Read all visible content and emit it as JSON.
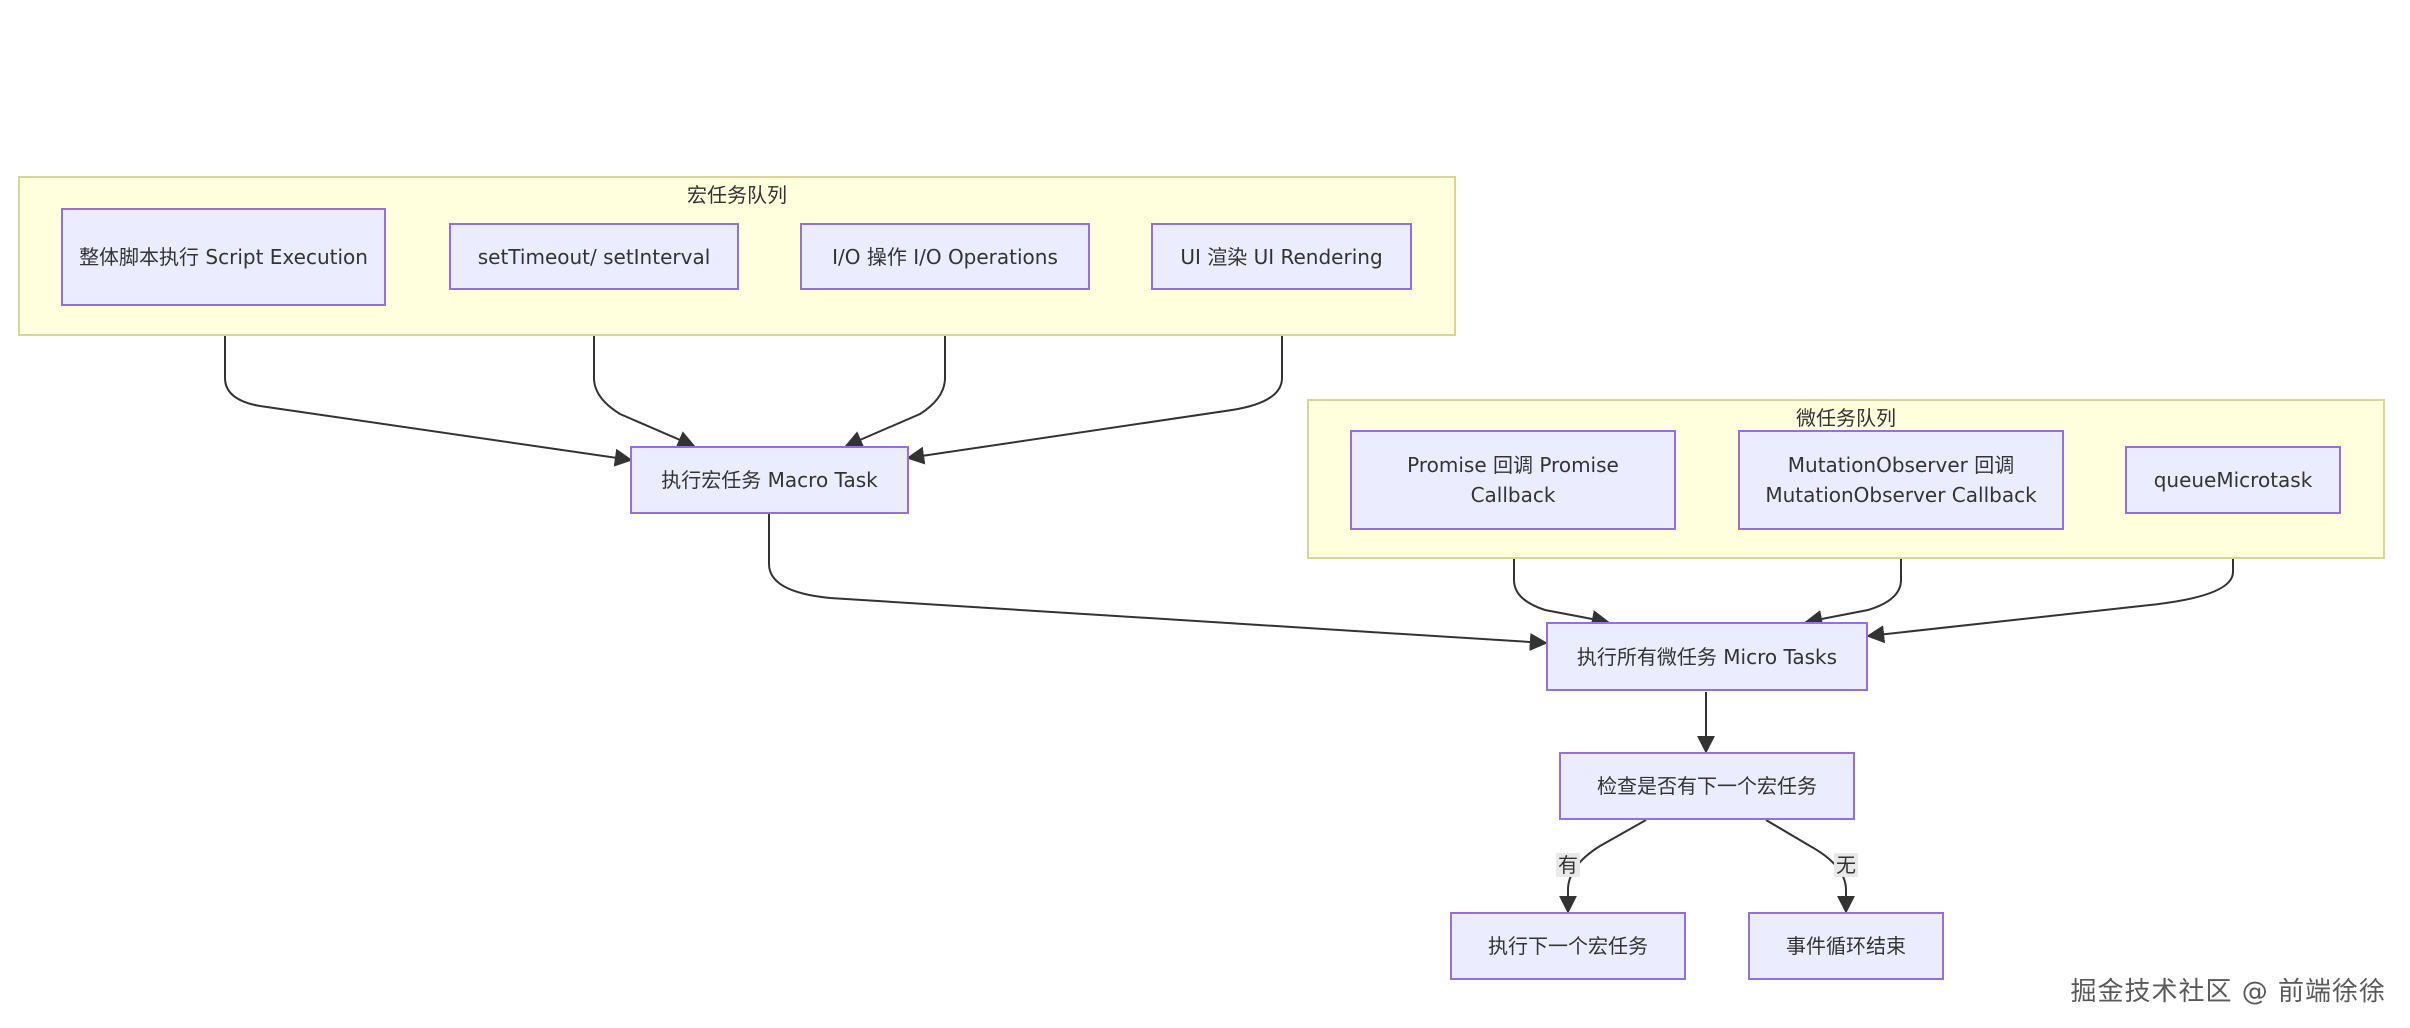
{
  "clusters": {
    "macro": "宏任务队列",
    "micro": "微任务队列"
  },
  "nodes": {
    "script": "整体脚本执行 Script Execution",
    "timers": "setTimeout/ setInterval",
    "io": "I/O 操作 I/O Operations",
    "ui": "UI 渲染 UI Rendering",
    "macro_exec": "执行宏任务 Macro Task",
    "promise": "Promise 回调 Promise Callback",
    "mutation": "MutationObserver 回调 MutationObserver Callback",
    "queue_micro": "queueMicrotask",
    "micro_exec": "执行所有微任务 Micro Tasks",
    "check": "检查是否有下一个宏任务",
    "next_macro": "执行下一个宏任务",
    "loop_end": "事件循环结束"
  },
  "edge_labels": {
    "yes": "有",
    "no": "无"
  },
  "colors": {
    "node_fill": "#ececff",
    "node_stroke": "#9370db",
    "cluster_fill": "#ffffde",
    "cluster_stroke": "#d8d59a",
    "edge": "#333333"
  },
  "watermark": "掘金技术社区 @ 前端徐徐"
}
